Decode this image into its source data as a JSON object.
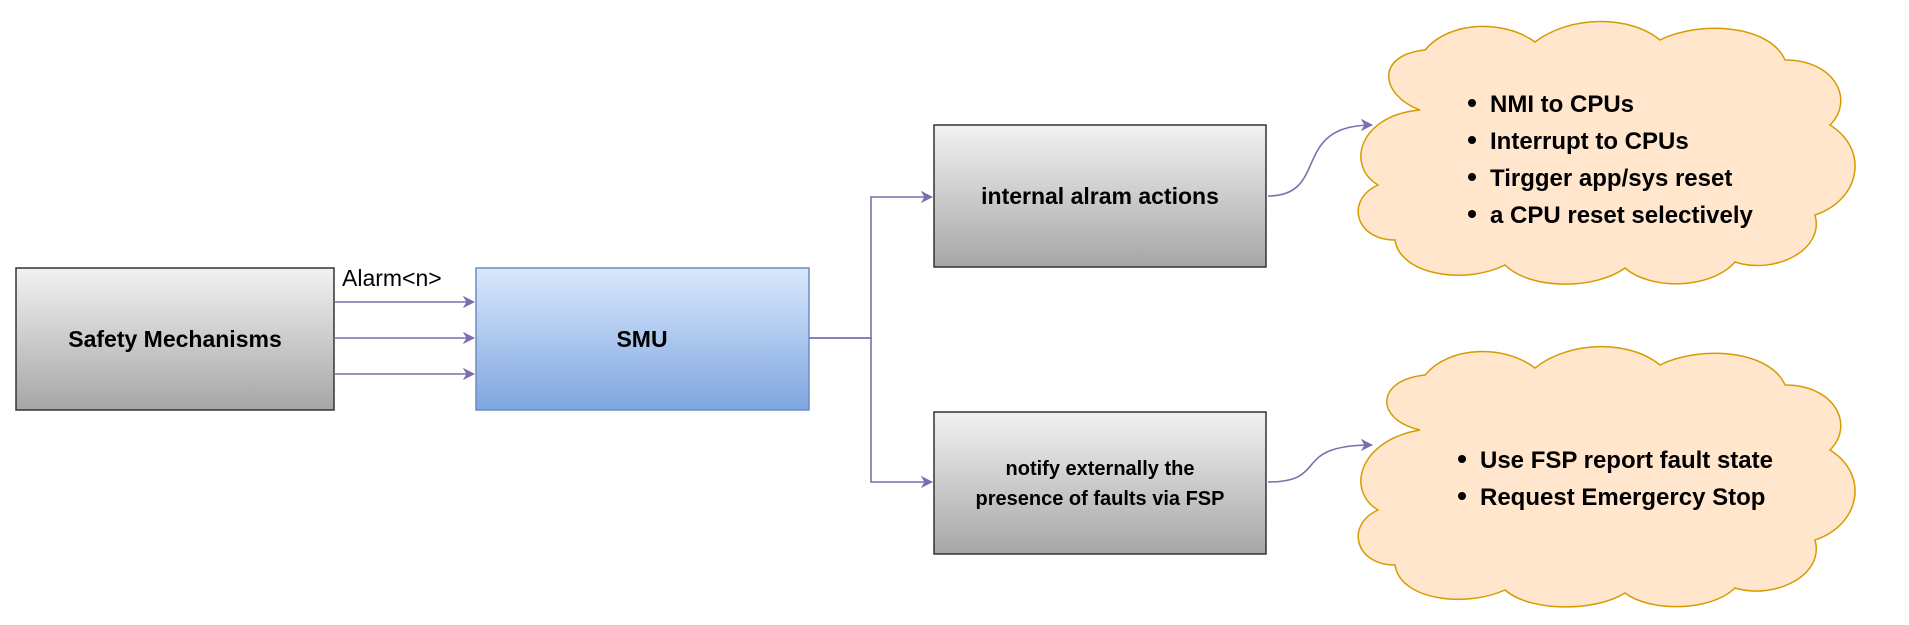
{
  "nodes": {
    "safety_mechanisms": {
      "label": "Safety Mechanisms"
    },
    "smu": {
      "label": "SMU"
    },
    "internal_actions": {
      "label": "internal alram actions"
    },
    "notify_external": {
      "lines": [
        "notify externally the",
        "presence of faults via FSP"
      ]
    }
  },
  "edges": {
    "alarm_label": "Alarm<n>"
  },
  "clouds": {
    "internal_actions_list": {
      "items": [
        "NMI to CPUs",
        "Interrupt to CPUs",
        "Tirgger app/sys reset",
        "a CPU reset selectively"
      ]
    },
    "external_actions_list": {
      "items": [
        "Use FSP report fault state",
        "Request Emergercy Stop"
      ]
    }
  },
  "colors": {
    "gray_box_top": "#f2f2f2",
    "gray_box_bottom": "#a6a6a6",
    "smu_top": "#dae8fc",
    "smu_bottom": "#7ea6e0",
    "smu_border": "#6c8ebf",
    "cloud_fill": "#ffe6cc",
    "cloud_border": "#d79b00",
    "arrow": "#7b6fae"
  }
}
